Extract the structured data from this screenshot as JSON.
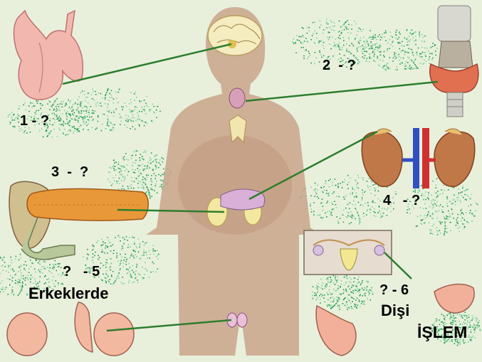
{
  "labels": {
    "l1": "1 - ?",
    "l2": "2  - ?",
    "l3": "3  -  ?",
    "l4": "4   - ?",
    "l5": "?   - 5",
    "l5b": "Erkeklerde",
    "l6": "? - 6",
    "l6b": "Dişi",
    "l7": "İŞLEM"
  },
  "colors": {
    "background": "#e8f0dc",
    "body": "#c9a58b",
    "connector": "#2e7d2e",
    "noise": "#1f9a4a"
  }
}
